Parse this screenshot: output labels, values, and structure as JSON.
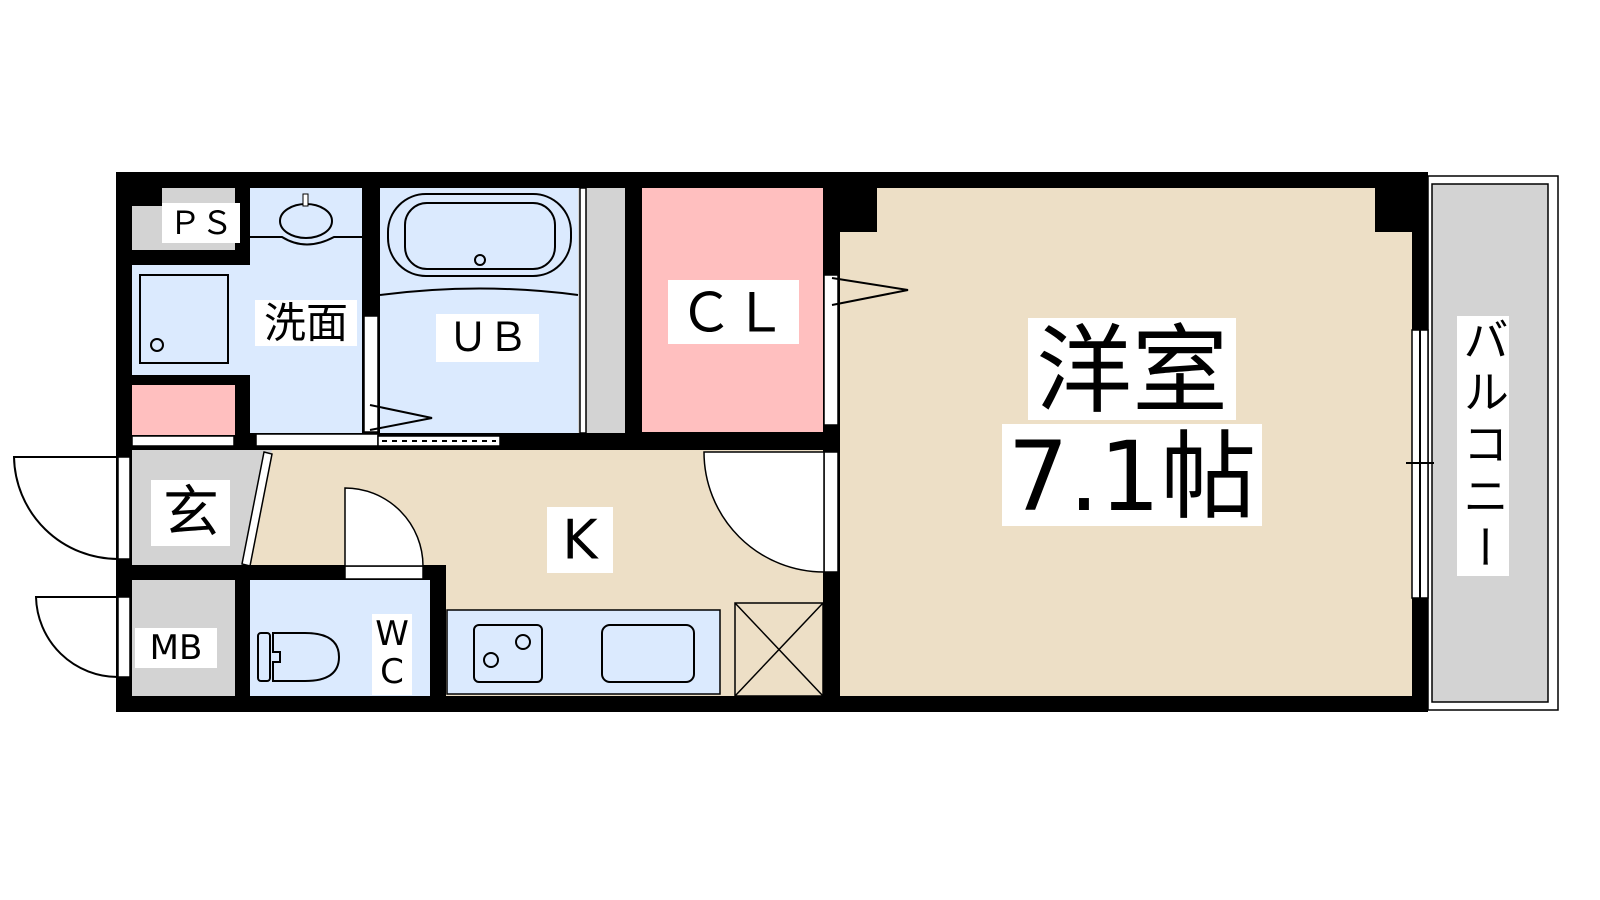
{
  "rooms": {
    "ps": "ＰＳ",
    "washroom": "洗面",
    "bath": "ＵＢ",
    "closet": "ＣＬ",
    "western_room_name": "洋室",
    "western_room_size": "7.1帖",
    "balcony": "バルコニー",
    "entrance": "玄",
    "kitchen": "K",
    "meter_box": "MB",
    "toilet_w": "W",
    "toilet_c": "C"
  },
  "colors": {
    "wall": "#000000",
    "wet_area": "#dbeafe",
    "floor": "#eddfc6",
    "closet": "#ffbfbf",
    "utility": "#d3d3d3"
  }
}
